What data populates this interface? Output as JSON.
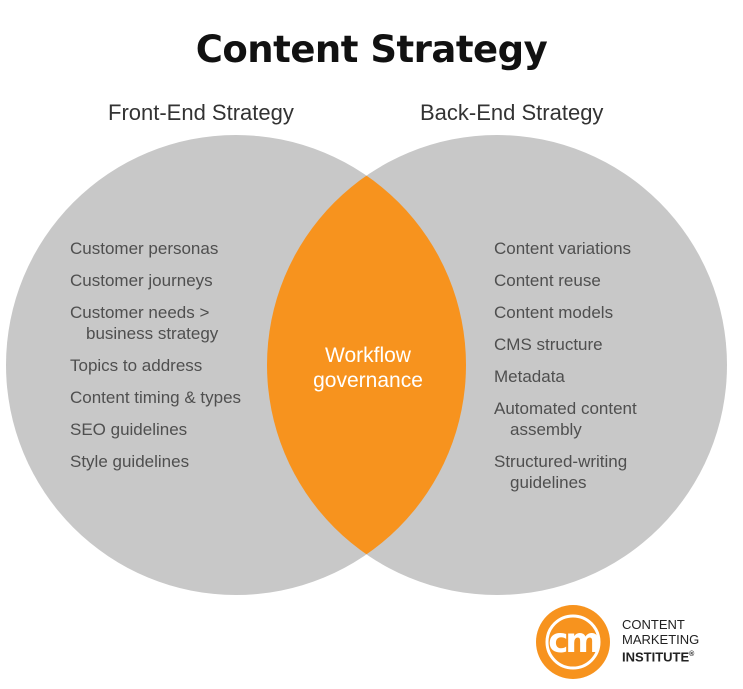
{
  "title": "Content Strategy",
  "left": {
    "heading": "Front-End Strategy",
    "items": [
      [
        "Customer personas"
      ],
      [
        "Customer journeys"
      ],
      [
        "Customer needs >",
        "business strategy"
      ],
      [
        "Topics to address"
      ],
      [
        "Content timing & types"
      ],
      [
        "SEO guidelines"
      ],
      [
        "Style guidelines"
      ]
    ]
  },
  "right": {
    "heading": "Back-End Strategy",
    "items": [
      [
        "Content variations"
      ],
      [
        "Content reuse"
      ],
      [
        "Content models"
      ],
      [
        "CMS structure"
      ],
      [
        "Metadata"
      ],
      [
        "Automated content",
        "assembly"
      ],
      [
        "Structured-writing",
        "guidelines"
      ]
    ]
  },
  "overlap": {
    "line1": "Workflow",
    "line2": "governance"
  },
  "logo": {
    "mark": "cm",
    "line1": "CONTENT",
    "line2": "MARKETING",
    "line3": "INSTITUTE",
    "registered": "®"
  },
  "colors": {
    "circle": "#c8c8c8",
    "overlap": "#f7931e",
    "text": "#4f4f4f"
  }
}
